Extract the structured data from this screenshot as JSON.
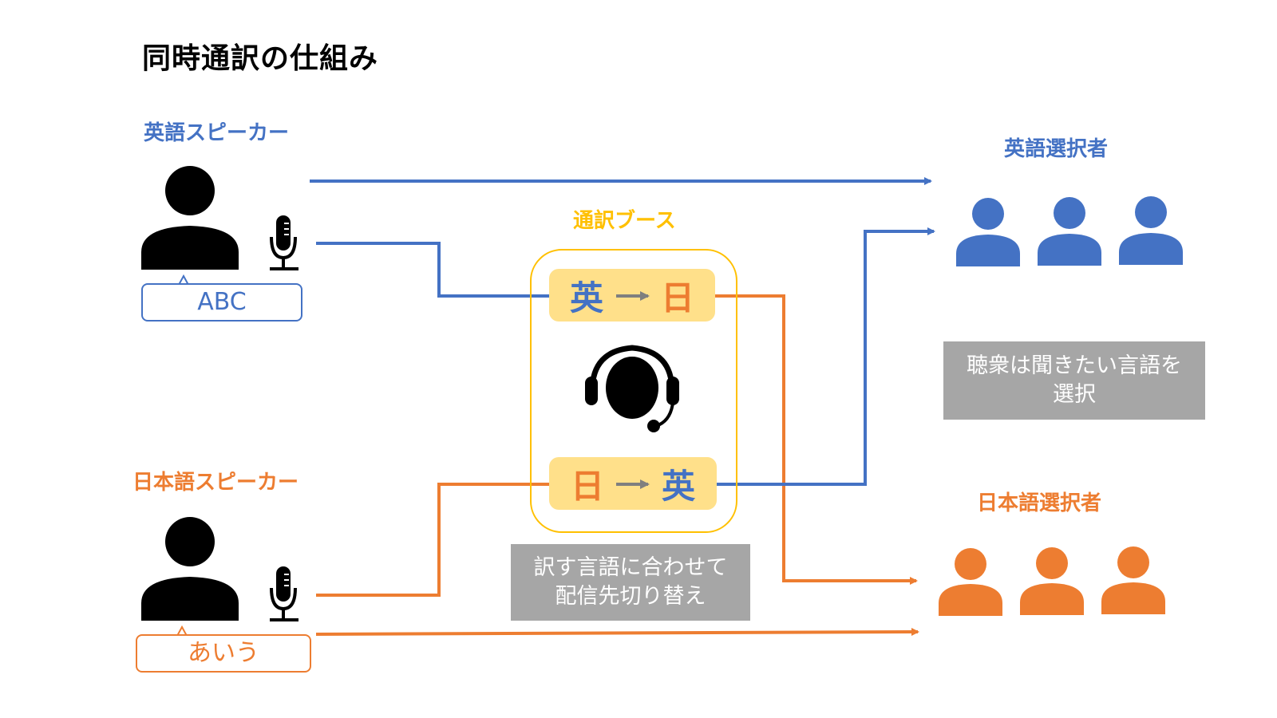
{
  "title": "同時通訳の仕組み",
  "colors": {
    "english": "#4472C4",
    "japanese": "#ED7D31",
    "booth": "#FFC000",
    "booth_fill": "#FFE08A",
    "note_bg": "#A6A6A6",
    "arrow_gray": "#7F7F7F"
  },
  "speakers": {
    "english": {
      "label": "英語スピーカー",
      "speech": "ABC",
      "icon": "person-icon",
      "mic_icon": "microphone-icon"
    },
    "japanese": {
      "label": "日本語スピーカー",
      "speech": "あいう",
      "icon": "person-icon",
      "mic_icon": "microphone-icon"
    }
  },
  "booth": {
    "label": "通訳ブース",
    "icon": "headset-icon",
    "channels": [
      {
        "from": "英",
        "to": "日"
      },
      {
        "from": "日",
        "to": "英"
      }
    ],
    "note_lines": [
      "訳す言語に合わせて",
      "配信先切り替え"
    ]
  },
  "audiences": {
    "english": {
      "label": "英語選択者",
      "count": 3
    },
    "japanese": {
      "label": "日本語選択者",
      "count": 3
    },
    "note_lines": [
      "聴衆は聞きたい言語を",
      "選択"
    ]
  }
}
